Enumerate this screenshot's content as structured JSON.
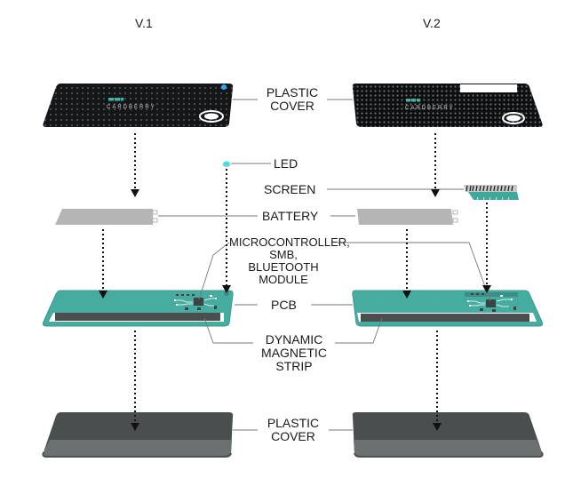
{
  "diagram": {
    "title_left": "V.1",
    "title_right": "V.2",
    "colors": {
      "card_black": "#141618",
      "pcb_teal": "#45ac9f",
      "pcb_border": "#3a9a8e",
      "magnetic_strip": "#4a4e4f",
      "battery_gray": "#b5b5b5",
      "back_cover": "#4a4e4f",
      "back_cover_stripe": "#6b7071",
      "led_cyan": "#2ee6f0",
      "arrow": "#111111",
      "leader_line": "#777777"
    },
    "labels": {
      "plastic_cover_top": [
        "PLASTIC",
        "COVER"
      ],
      "led": "LED",
      "screen": "SCREEN",
      "battery": "BATTERY",
      "microcontroller": [
        "MICROCONTROLLER,",
        "SMB,",
        "BLUETOOTH",
        "MODULE"
      ],
      "pcb": "PCB",
      "dynamic_magnetic_strip": [
        "DYNAMIC",
        "MAGNETIC",
        "STRIP"
      ],
      "plastic_cover_bottom": [
        "PLASTIC",
        "COVER"
      ]
    },
    "card_logo_text": "CARDBERRY",
    "layers_v1": [
      "Plastic cover (front)",
      "LED",
      "Battery",
      "PCB",
      "Plastic cover (back)"
    ],
    "layers_v2": [
      "Plastic cover (front)",
      "Screen",
      "Battery",
      "PCB",
      "Plastic cover (back)"
    ]
  }
}
